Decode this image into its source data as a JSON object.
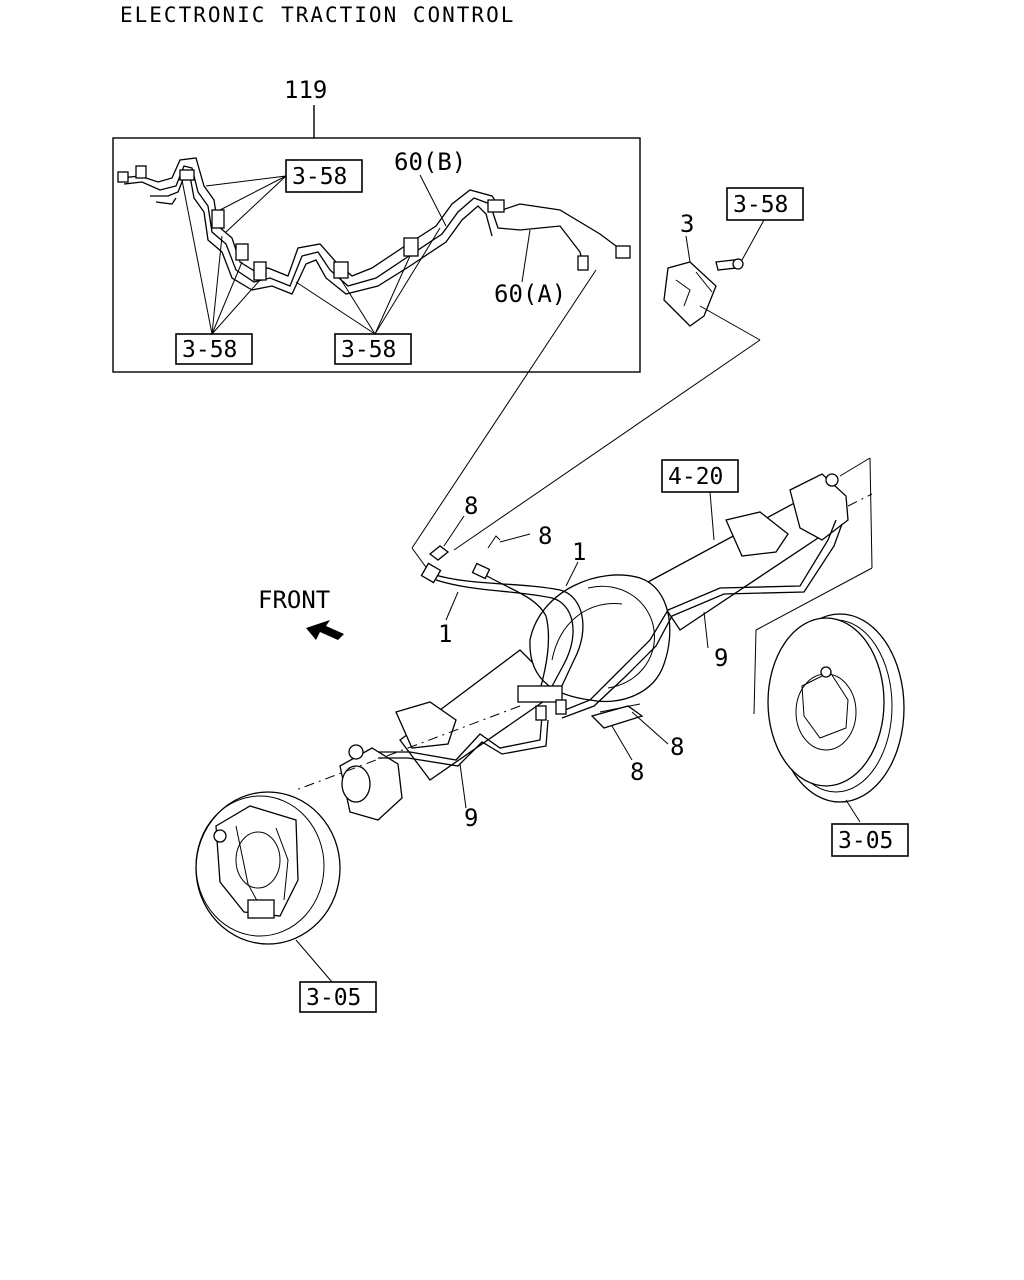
{
  "title": "ELECTRONIC TRACTION CONTROL",
  "front_label": "FRONT",
  "callouts": {
    "assembly": "119",
    "pipe_b": "60(B)",
    "pipe_a": "60(A)",
    "bracket": "3",
    "hose_left": "1",
    "hose_right": "1",
    "clip_upper_left": "8",
    "clip_upper_right": "8",
    "clip_lower_right": "8",
    "clip_lower_mid": "8",
    "pipe_right": "9",
    "pipe_left": "9"
  },
  "references": {
    "ref_358_top": "3-58",
    "ref_358_bottom_left": "3-58",
    "ref_358_bottom_mid": "3-58",
    "ref_358_bolt": "3-58",
    "ref_420_axle": "4-20",
    "ref_305_right_drum": "3-05",
    "ref_305_left_drum": "3-05"
  }
}
